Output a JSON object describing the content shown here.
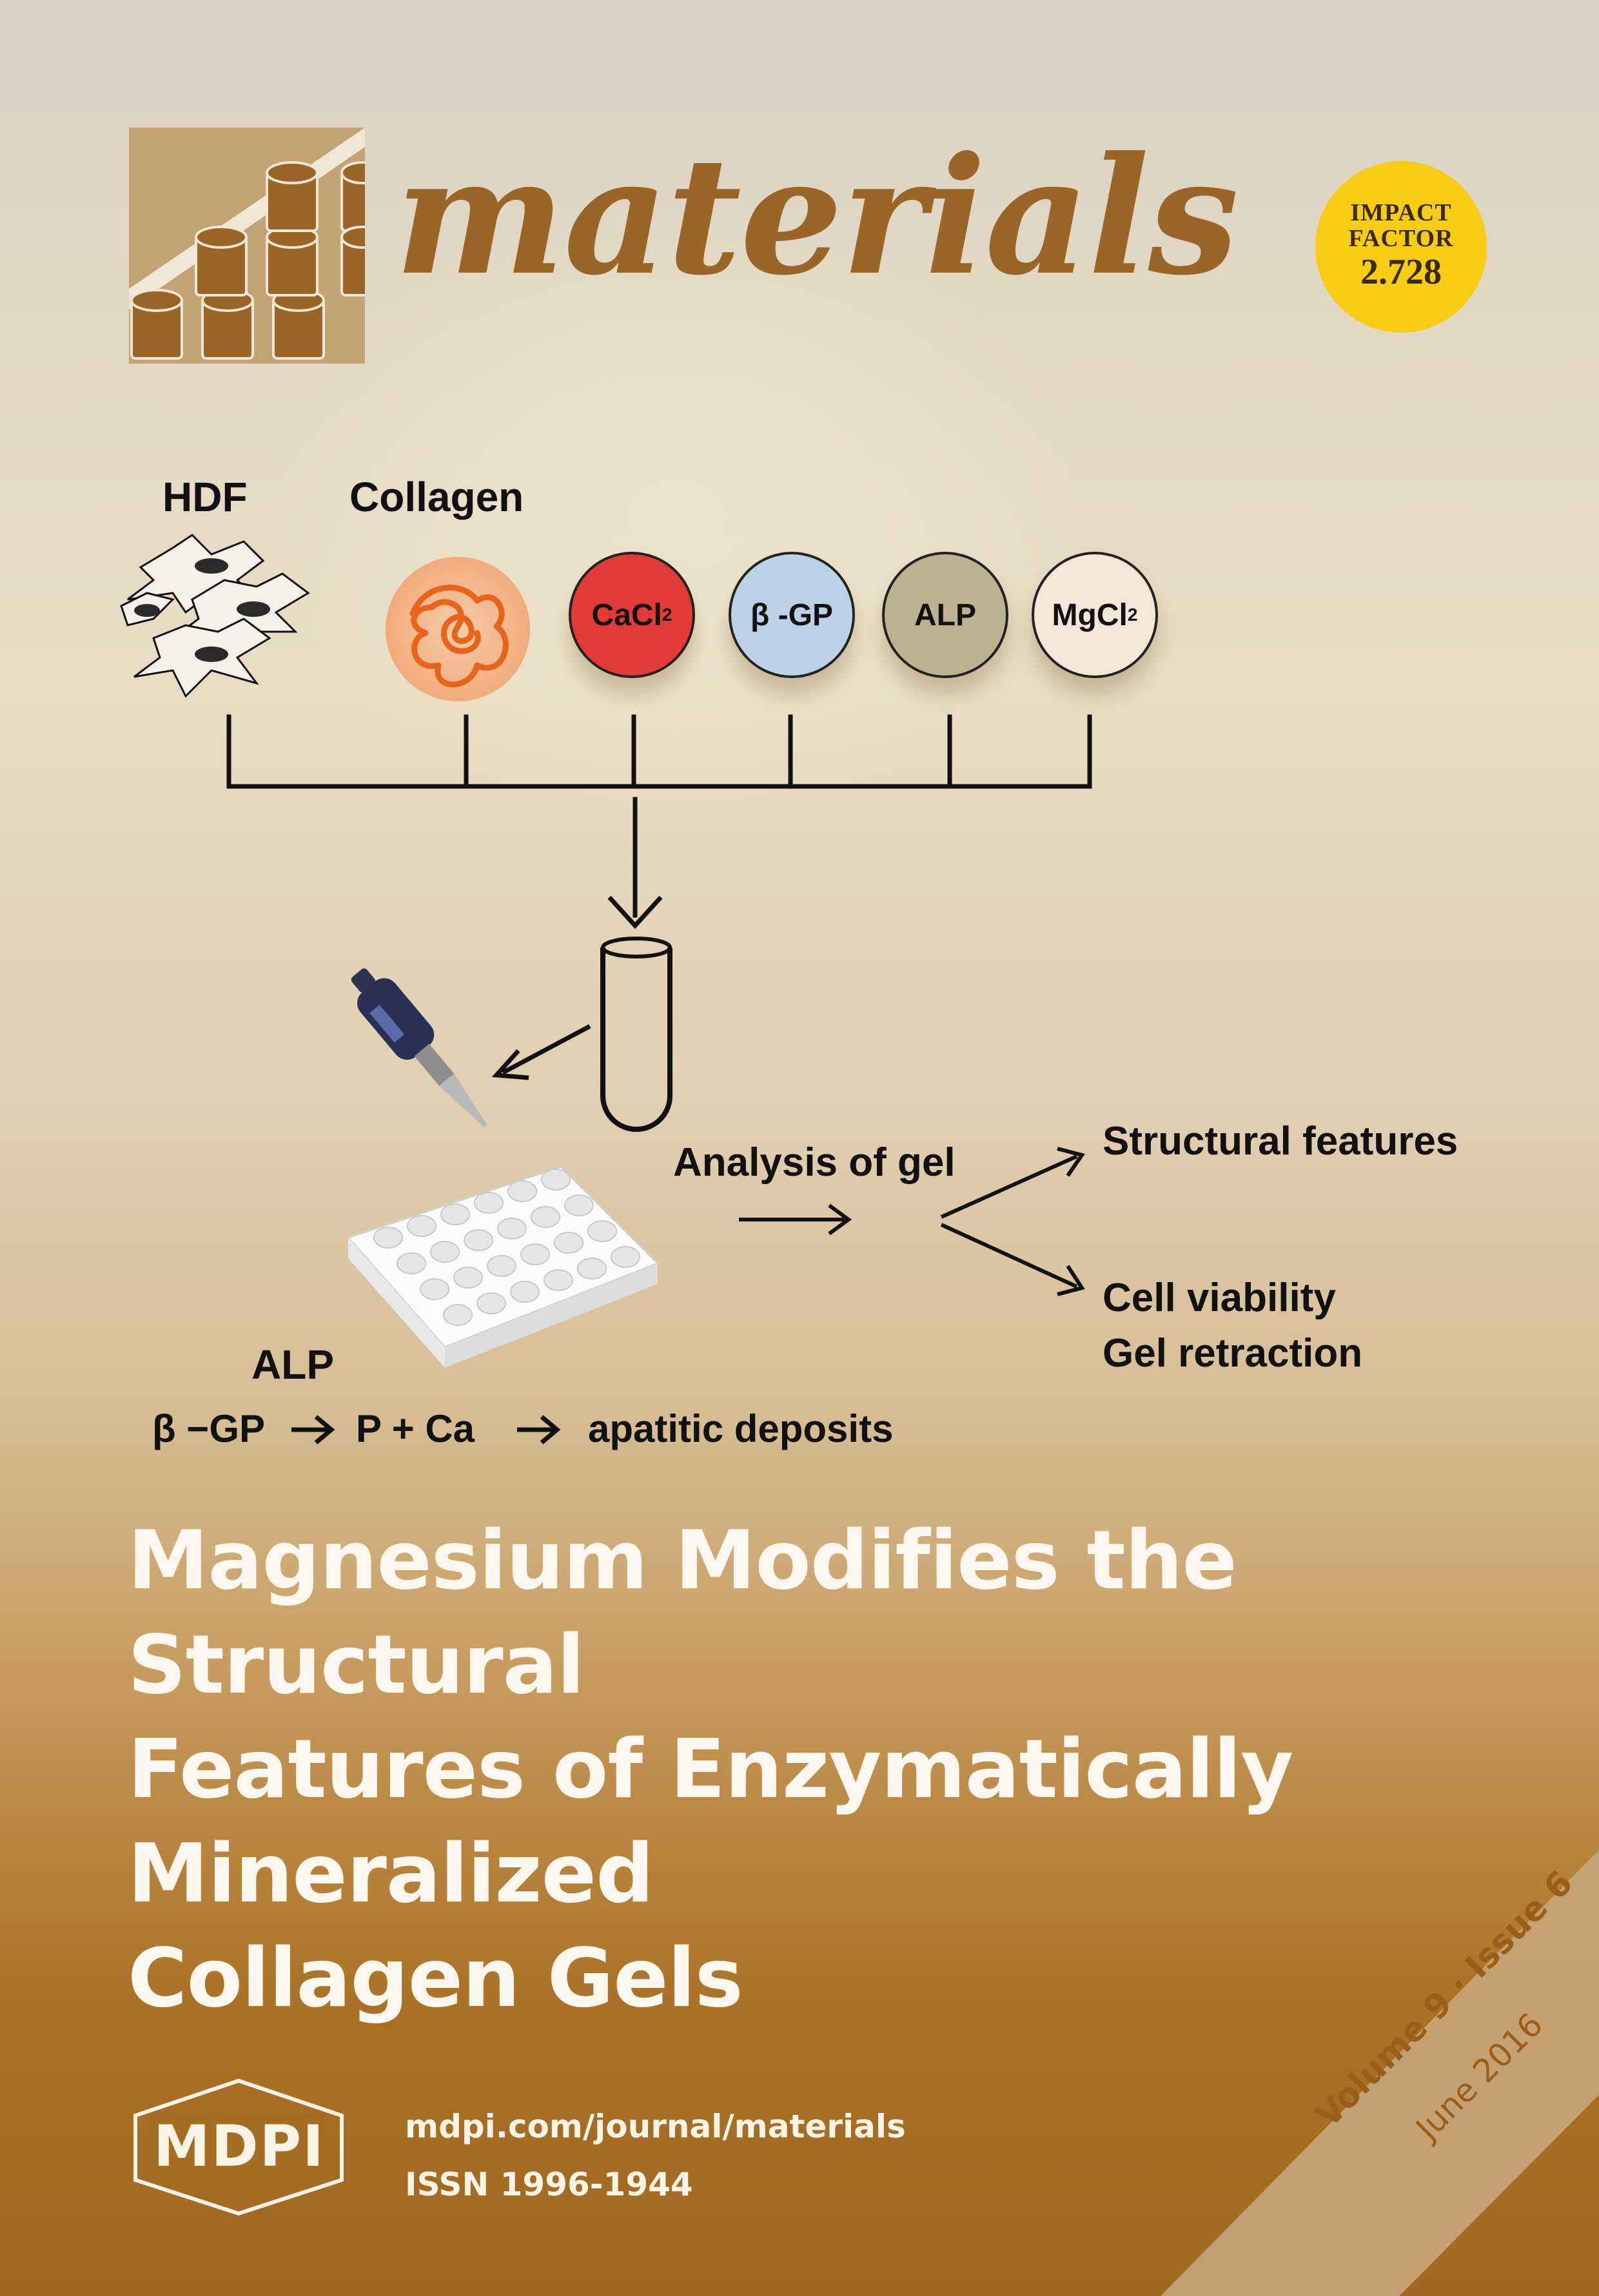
{
  "journal": {
    "name": "materials"
  },
  "impact_factor": {
    "line1": "IMPACT",
    "line2": "FACTOR",
    "value": "2.728"
  },
  "diagram": {
    "labels": {
      "hdf": "HDF",
      "collagen": "Collagen"
    },
    "circles": [
      {
        "label": "CaCl",
        "sub": "2",
        "color": "#e23a36"
      },
      {
        "label": "β -GP",
        "sub": "",
        "color": "#bcd0e6"
      },
      {
        "label": "ALP",
        "sub": "",
        "color": "#bdb28f"
      },
      {
        "label": "MgCl",
        "sub": "2",
        "color": "#f6e6d8"
      }
    ],
    "analysis": "Analysis of gel",
    "outcomes": {
      "structural": "Structural features",
      "viability": "Cell viability",
      "retraction": "Gel retraction"
    },
    "reaction": {
      "enzyme": "ALP",
      "substrate": "β −GP",
      "intermediate": "P + Ca",
      "product": "apatitic deposits"
    }
  },
  "article_title": [
    "Magnesium Modifies the Structural",
    "Features of Enzymatically Mineralized",
    "Collagen Gels"
  ],
  "publisher": {
    "name": "MDPI",
    "url": "mdpi.com/journal/materials",
    "issn": "ISSN 1996-1944"
  },
  "issue": {
    "volume_issue": "Volume 9 · Issue 6",
    "date": "June 2016"
  }
}
